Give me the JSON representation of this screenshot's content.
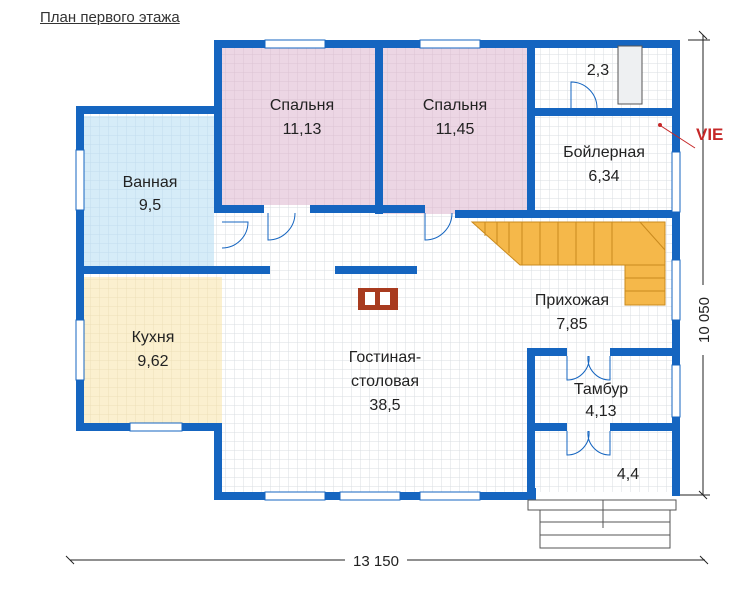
{
  "title": "План первого этажа",
  "watermark": "VIE",
  "rooms": [
    {
      "id": "bedroom1",
      "name": "Спальня",
      "area": "11,13"
    },
    {
      "id": "bedroom2",
      "name": "Спальня",
      "area": "11,45"
    },
    {
      "id": "bath",
      "name": "Ванная",
      "area": "9,5"
    },
    {
      "id": "kitchen",
      "name": "Кухня",
      "area": "9,62"
    },
    {
      "id": "living",
      "name_line1": "Гостиная-",
      "name_line2": "столовая",
      "area": "38,5"
    },
    {
      "id": "boiler",
      "name": "Бойлерная",
      "area": "6,34"
    },
    {
      "id": "hall",
      "name": "Прихожая",
      "area": "7,85"
    },
    {
      "id": "tambour",
      "name": "Тамбур",
      "area": "4,13"
    },
    {
      "id": "small",
      "area": "2,3"
    },
    {
      "id": "porch",
      "area": "4,4"
    }
  ],
  "dimensions": {
    "width": "13 150",
    "height": "10 050"
  },
  "colors": {
    "wall": "#1565c0",
    "bedroom": "#ecd6e4",
    "bath": "#d6ecf8",
    "kitchen": "#fbf0cf",
    "stairs": "#f5b84a",
    "grid": "#d9dde2",
    "watermark": "#c62828"
  }
}
